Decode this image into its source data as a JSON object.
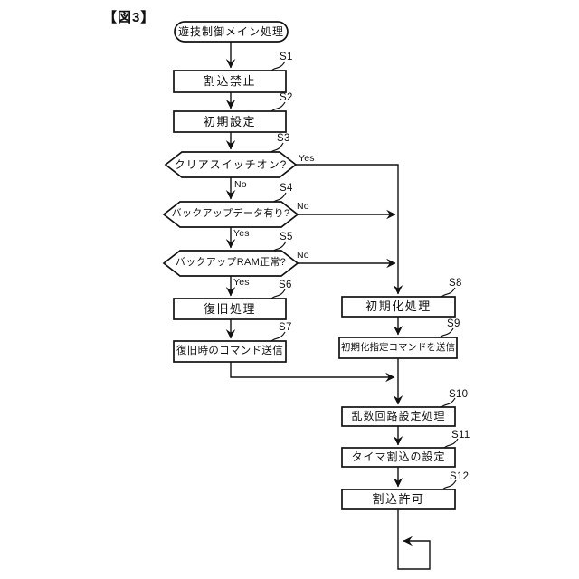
{
  "figure": {
    "label": "【図3】"
  },
  "colors": {
    "line": "#111111",
    "background": "#ffffff"
  },
  "flowchart": {
    "start_label": "遊技制御メイン処理",
    "branch": {
      "yes": "Yes",
      "no": "No"
    },
    "nodes": [
      {
        "step": "S1",
        "type": "process",
        "label": "割込禁止"
      },
      {
        "step": "S2",
        "type": "process",
        "label": "初期設定"
      },
      {
        "step": "S3",
        "type": "decision",
        "label": "クリアスイッチオン?"
      },
      {
        "step": "S4",
        "type": "decision",
        "label": "バックアップデータ有り?"
      },
      {
        "step": "S5",
        "type": "decision",
        "label": "バックアップRAM正常?"
      },
      {
        "step": "S6",
        "type": "process",
        "label": "復旧処理"
      },
      {
        "step": "S7",
        "type": "process",
        "label": "復旧時のコマンド送信"
      },
      {
        "step": "S8",
        "type": "process",
        "label": "初期化処理"
      },
      {
        "step": "S9",
        "type": "process",
        "label": "初期化指定コマンドを送信"
      },
      {
        "step": "S10",
        "type": "process",
        "label": "乱数回路設定処理"
      },
      {
        "step": "S11",
        "type": "process",
        "label": "タイマ割込の設定"
      },
      {
        "step": "S12",
        "type": "process",
        "label": "割込許可"
      }
    ]
  }
}
